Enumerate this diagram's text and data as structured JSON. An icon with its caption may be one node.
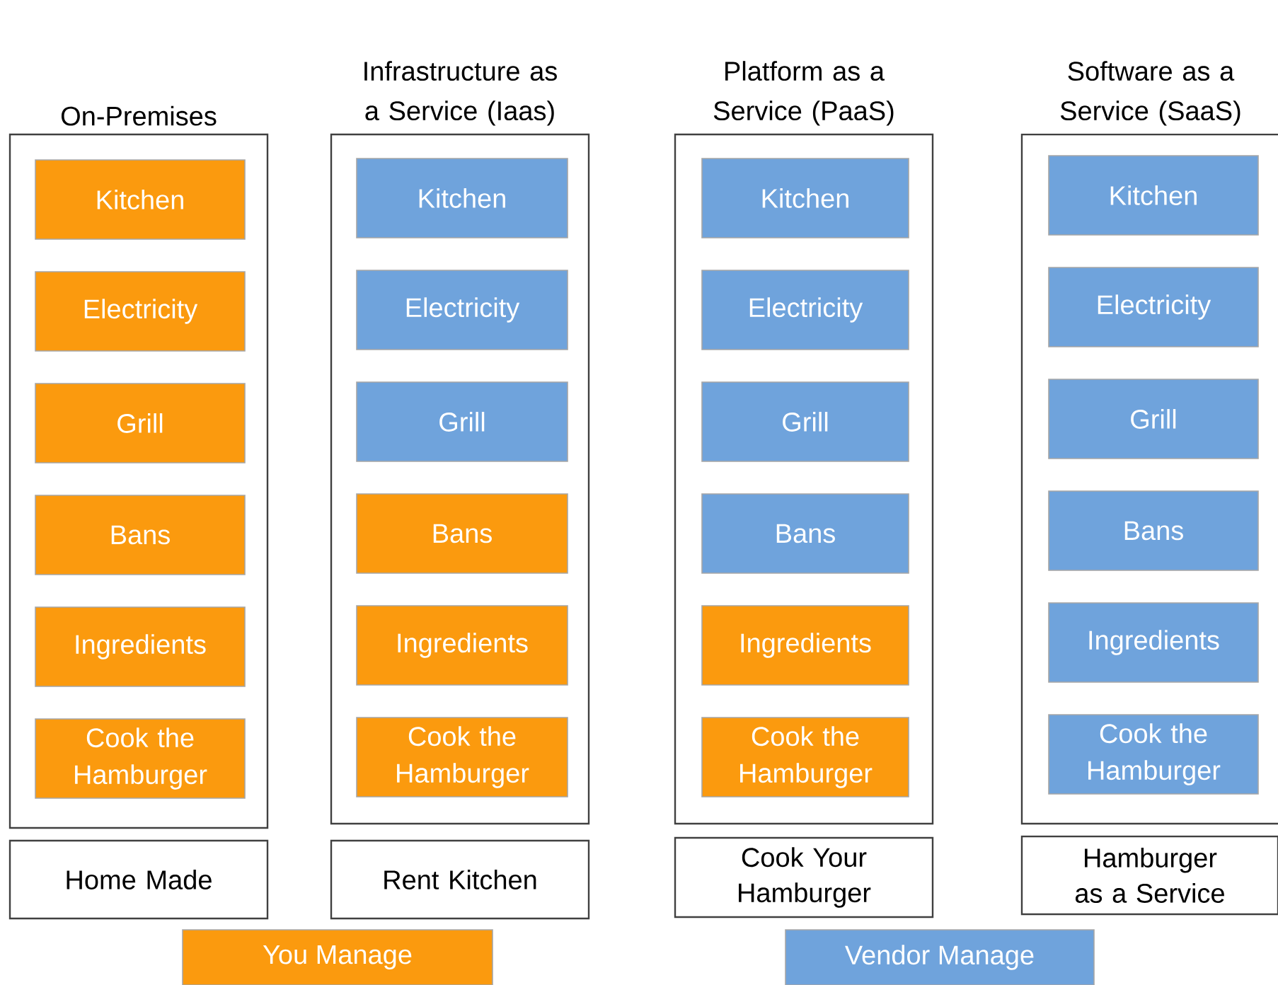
{
  "diagram": {
    "nodes": [
      {
        "text": [
          "On-Premises"
        ]
      },
      {
        "text": [
          "Kitchen"
        ],
        "in": 0
      },
      {
        "text": [
          "Electricity"
        ],
        "in": 0
      },
      {
        "text": [
          "Grill"
        ],
        "in": 0
      },
      {
        "text": [
          "Bans"
        ],
        "in": 0
      },
      {
        "text": [
          "Ingredients"
        ],
        "in": 0
      },
      {
        "text": [
          "Cook the Hamburger"
        ],
        "in": 0
      },
      {
        "text": [
          "Infrastructure as a Service (Iaas)"
        ]
      },
      {
        "text": [
          "Kitchen"
        ],
        "in": 7
      },
      {
        "text": [
          "Electricity"
        ],
        "in": 7
      },
      {
        "text": [
          "Grill"
        ],
        "in": 7
      },
      {
        "text": [
          "Bans"
        ],
        "in": 7
      },
      {
        "text": [
          "Ingredients"
        ],
        "in": 7
      },
      {
        "text": [
          "Cook the Hamburger"
        ],
        "in": 7
      },
      {
        "text": [
          "Platform as a Service (PaaS)"
        ]
      },
      {
        "text": [
          "Kitchen"
        ],
        "in": 14
      },
      {
        "text": [
          "Electricity"
        ],
        "in": 14
      },
      {
        "text": [
          "Grill"
        ],
        "in": 14
      },
      {
        "text": [
          "Bans"
        ],
        "in": 14
      },
      {
        "text": [
          "Ingredients"
        ],
        "in": 14
      },
      {
        "text": [
          "Cook the Hamburger"
        ],
        "in": 14
      },
      {
        "text": [
          "Software as a Service (SaaS)"
        ]
      },
      {
        "text": [
          "Kitchen"
        ],
        "in": 21
      },
      {
        "text": [
          "Electricity"
        ],
        "in": 21
      },
      {
        "text": [
          "Grill"
        ],
        "in": 21
      },
      {
        "text": [
          "Bans"
        ],
        "in": 21
      },
      {
        "text": [
          "Ingredients"
        ],
        "in": 21
      },
      {
        "text": [
          "Cook the Hamburger"
        ],
        "in": 21
      },
      {
        "text": [
          "Home Made"
        ]
      },
      {
        "text": [
          "Rent Kitchen"
        ]
      },
      {
        "text": [
          "Cook Your Hamburger"
        ]
      },
      {
        "text": [
          "Hamburger as a Service"
        ]
      }
    ],
    "legend": [
      {
        "text": "You Manage",
        "color": "#fb9a0e"
      },
      {
        "text": "Vendor Manage",
        "color": "#6fa3dc"
      }
    ]
  }
}
